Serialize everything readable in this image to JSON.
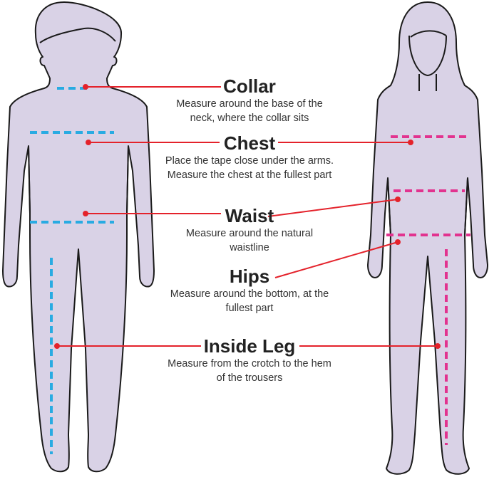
{
  "colors": {
    "silhouette_fill": "#d9d2e6",
    "silhouette_stroke": "#1a1a1a",
    "boy_guide": "#29abe2",
    "girl_guide": "#e2338f",
    "leader_line": "#e4222b"
  },
  "measurements": [
    {
      "title": "Collar",
      "description": "Measure around the base of the neck, where the collar sits"
    },
    {
      "title": "Chest",
      "description": "Place the tape close under the arms. Measure the chest at the fullest part"
    },
    {
      "title": "Waist",
      "description": "Measure around the natural waistline"
    },
    {
      "title": "Hips",
      "description": "Measure around the bottom, at the fullest part"
    },
    {
      "title": "Inside Leg",
      "description": "Measure from the crotch to the hem of the trousers"
    }
  ]
}
